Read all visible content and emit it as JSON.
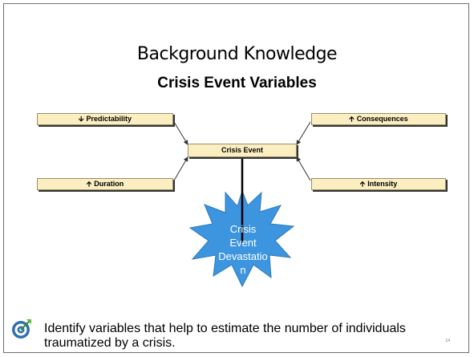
{
  "slide": {
    "title": "Background Knowledge",
    "subtitle": "Crisis Event Variables",
    "center_box": "Crisis Event",
    "variables": {
      "predictability": {
        "arrow": "🡫",
        "label": "Predictability"
      },
      "consequences": {
        "arrow": "🡩",
        "label": "Consequences"
      },
      "duration": {
        "arrow": "🡩",
        "label": "Duration"
      },
      "intensity": {
        "arrow": "🡩",
        "label": "Intensity"
      }
    },
    "burst_text": "Crisis\nEvent\nDevastatio\nn",
    "footer_text": "Identify variables that help to estimate the number of individuals traumatized by a crisis.",
    "page_number": "14",
    "burst_color": "#3d95df",
    "box_fill": "#fbefc1",
    "icon": "target-arrow-icon"
  }
}
